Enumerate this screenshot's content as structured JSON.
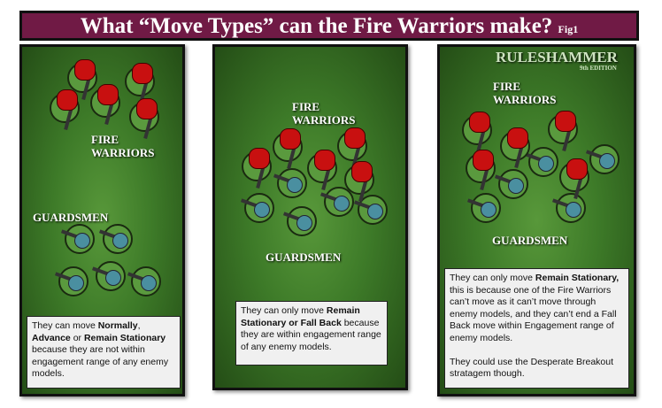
{
  "title": "What “Move Types” can the Fire Warriors make?",
  "fig": "Fig1",
  "logo": {
    "name": "RULESHAMMER",
    "edition": "9th EDITION"
  },
  "panels": [
    {
      "fire_label": "FIRE WARRIORS",
      "guard_label": "GUARDSMEN",
      "text": [
        "They can move ",
        "Normally",
        ", ",
        "Advance",
        " or ",
        "Remain Stationary",
        " because they are not within engagement range of any enemy models."
      ]
    },
    {
      "fire_label": "FIRE WARRIORS",
      "guard_label": "GUARDSMEN",
      "text": [
        "They can only move ",
        "Remain Stationary or Fall Back",
        " because they are within engagement range of any enemy models."
      ]
    },
    {
      "fire_label": "FIRE WARRIORS",
      "guard_label": "GUARDSMEN",
      "text": [
        "They can only move ",
        "Remain Stationary,",
        " this is because one of the Fire Warriors can’t move as it can’t move through enemy models, and they can’t end a Fall Back move within Engagement range of enemy models."
      ],
      "text2": "They could use the Desperate Breakout stratagem though."
    }
  ]
}
